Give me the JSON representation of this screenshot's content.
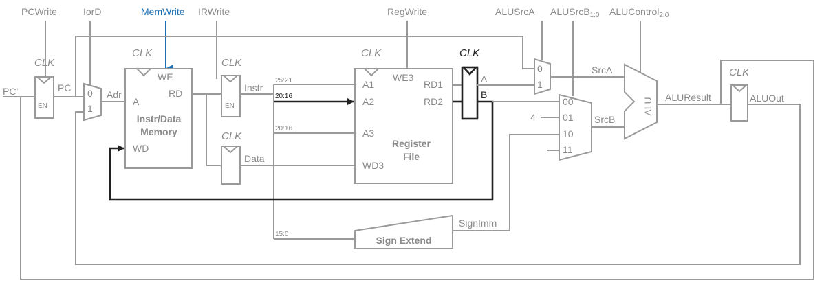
{
  "colors": {
    "wire": "#9a9a9a",
    "active": "#222222",
    "highlight": "#1a6fb5",
    "text": "#8a8a8a"
  },
  "controls": {
    "pcwrite": "PCWrite",
    "iord": "IorD",
    "memwrite": "MemWrite",
    "irwrite": "IRWrite",
    "regwrite": "RegWrite",
    "alusrca": "ALUSrcA",
    "alusrcb": "ALUSrcB",
    "alusrcb_sub": "1:0",
    "alucontrol": "ALUControl",
    "alucontrol_sub": "2:0"
  },
  "clk": "CLK",
  "signals": {
    "pcprime": "PC'",
    "pc": "PC",
    "adr": "Adr",
    "instr": "Instr",
    "data": "Data",
    "srca": "SrcA",
    "srcb": "SrcB",
    "aluresult": "ALUResult",
    "aluout": "ALUOut",
    "signimm": "SignImm",
    "four": "4",
    "reg_a": "A",
    "reg_b": "B"
  },
  "fields": {
    "f25_21": "25:21",
    "f20_16": "20:16",
    "f20_16b": "20:16",
    "f15_0": "15:0"
  },
  "en": "EN",
  "mux": {
    "zero": "0",
    "one": "1",
    "s00": "00",
    "s01": "01",
    "s10": "10",
    "s11": "11"
  },
  "memory": {
    "title1": "Instr/Data",
    "title2": "Memory",
    "we": "WE",
    "a": "A",
    "rd": "RD",
    "wd": "WD"
  },
  "regfile": {
    "title1": "Register",
    "title2": "File",
    "a1": "A1",
    "a2": "A2",
    "a3": "A3",
    "wd3": "WD3",
    "we3": "WE3",
    "rd1": "RD1",
    "rd2": "RD2"
  },
  "alu": "ALU",
  "signext": "Sign Extend"
}
